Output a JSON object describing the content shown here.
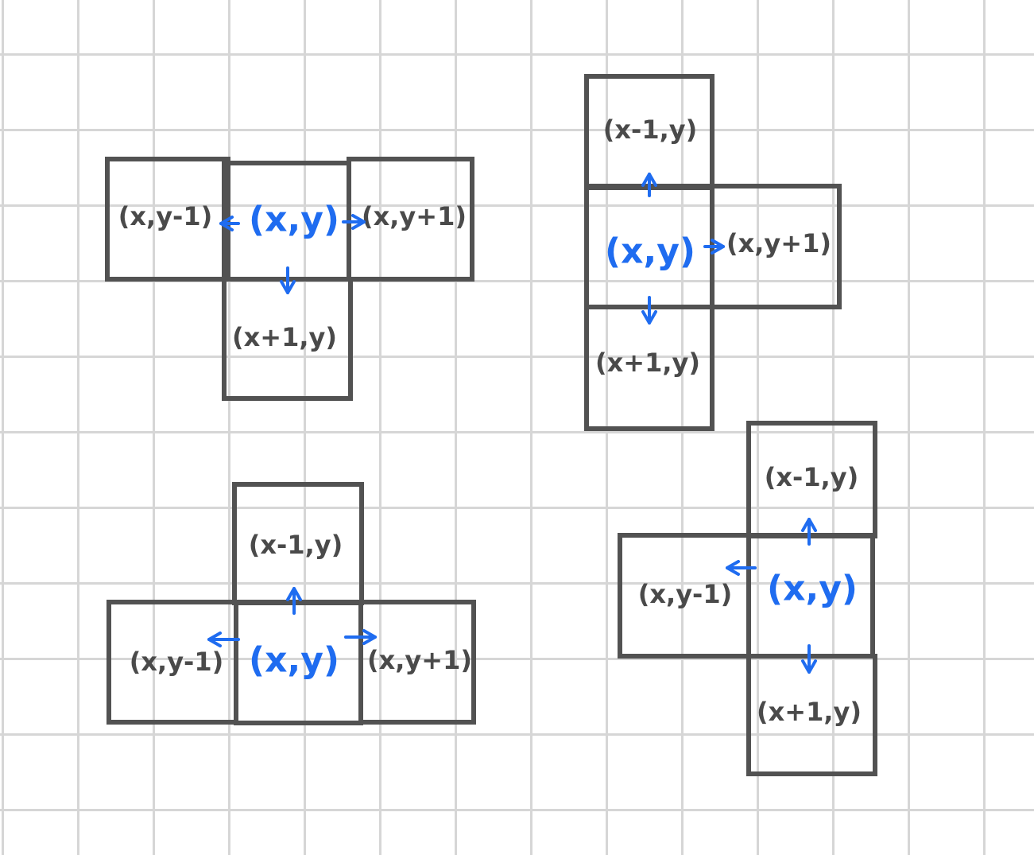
{
  "colors": {
    "grid": "#d6d6d6",
    "cell_border": "#525252",
    "label": "#4a4a4a",
    "center": "#1f6cf0"
  },
  "diagrams": [
    {
      "center": "(x,y)",
      "up": "",
      "down": "(x+1,y)",
      "left": "(x,y-1)",
      "right": "(x,y+1)"
    },
    {
      "center": "(x,y)",
      "up": "(x-1,y)",
      "down": "(x+1,y)",
      "left": "",
      "right": "(x,y+1)"
    },
    {
      "center": "(x,y)",
      "up": "(x-1,y)",
      "down": "",
      "left": "(x,y-1)",
      "right": "(x,y+1)"
    },
    {
      "center": "(x,y)",
      "up": "(x-1,y)",
      "down": "(x+1,y)",
      "left": "(x,y-1)",
      "right": ""
    }
  ]
}
